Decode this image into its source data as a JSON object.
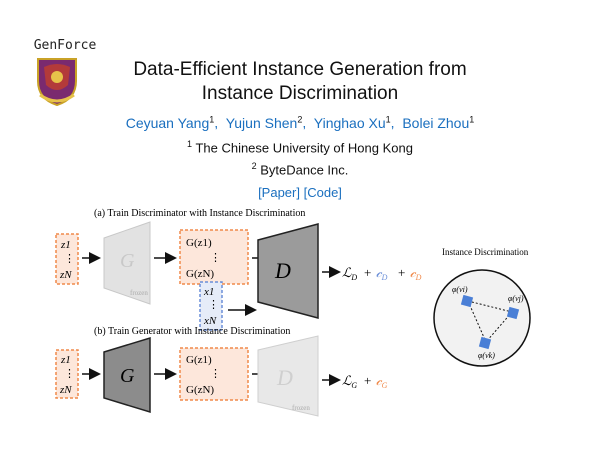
{
  "logo": {
    "text": "GenForce"
  },
  "page": {
    "title_line1": "Data-Efficient Instance Generation from",
    "title_line2": "Instance Discrimination"
  },
  "authors": [
    {
      "name": "Ceyuan Yang",
      "sup": "1"
    },
    {
      "name": "Yujun Shen",
      "sup": "2"
    },
    {
      "name": "Yinghao Xu",
      "sup": "1"
    },
    {
      "name": "Bolei Zhou",
      "sup": "1"
    }
  ],
  "affiliations": [
    {
      "sup": "1",
      "name": "The Chinese University of Hong Kong"
    },
    {
      "sup": "2",
      "name": "ByteDance Inc."
    }
  ],
  "links": {
    "paper": "[Paper]",
    "code": "[Code]"
  },
  "figure": {
    "panel_a_title": "(a) Train Discriminator with Instance Discrimination",
    "panel_b_title": "(b) Train Generator with Instance Discrimination",
    "z1": "z1",
    "zN": "zN",
    "dots": "⋮",
    "G": "G",
    "D": "D",
    "frozen": "frozen",
    "gz1": "G(z1)",
    "gzN": "G(zN)",
    "x1": "x1",
    "xN": "xN",
    "loss_d_base": "ℒ",
    "loss_d_sub": "D",
    "loss_g_sub": "G",
    "plus": "+",
    "inst_title": "Instance Discrimination",
    "phi_vi": "φ(vi)",
    "phi_vj": "φ(vj)",
    "phi_vk": "φ(vk)",
    "colors": {
      "orange": "#f08a4b",
      "blue": "#6b8fd8",
      "gray_dark": "#777",
      "gray_light": "#ddd"
    }
  }
}
